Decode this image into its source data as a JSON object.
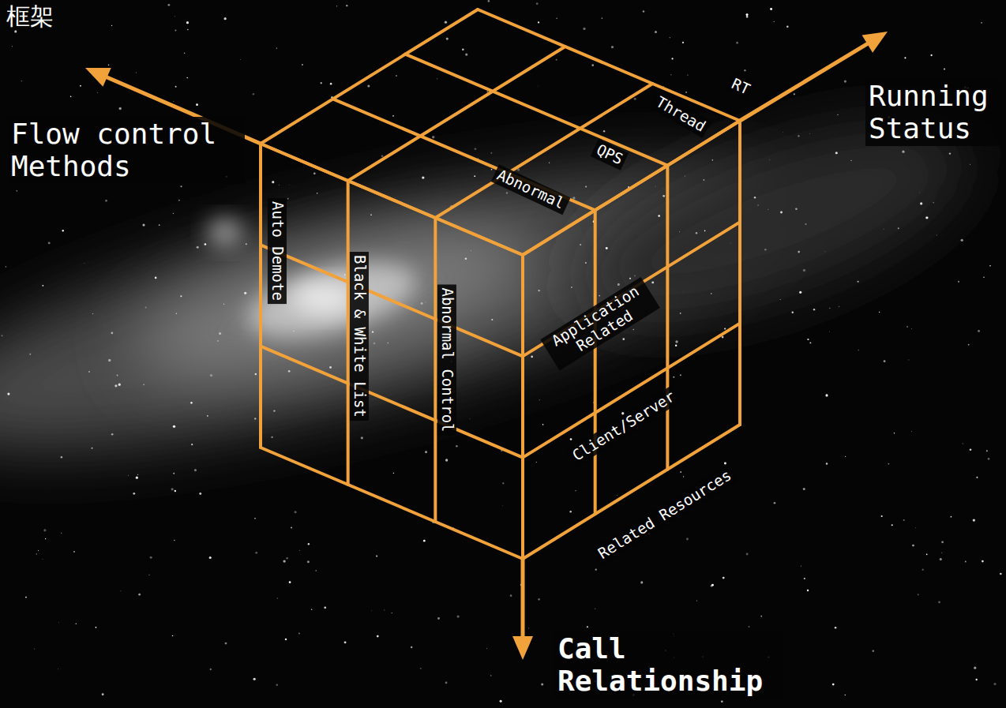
{
  "diagram": {
    "title": "框架",
    "labels": [
      "Flow control Methods",
      "Running Status",
      "Call Relationship",
      "Auto Demote",
      "Black & White List",
      "Abnormal Control",
      "Abnormal",
      "QPS",
      "Thread",
      "RT",
      "Application Related",
      "Client/Server",
      "Related Resources"
    ]
  }
}
